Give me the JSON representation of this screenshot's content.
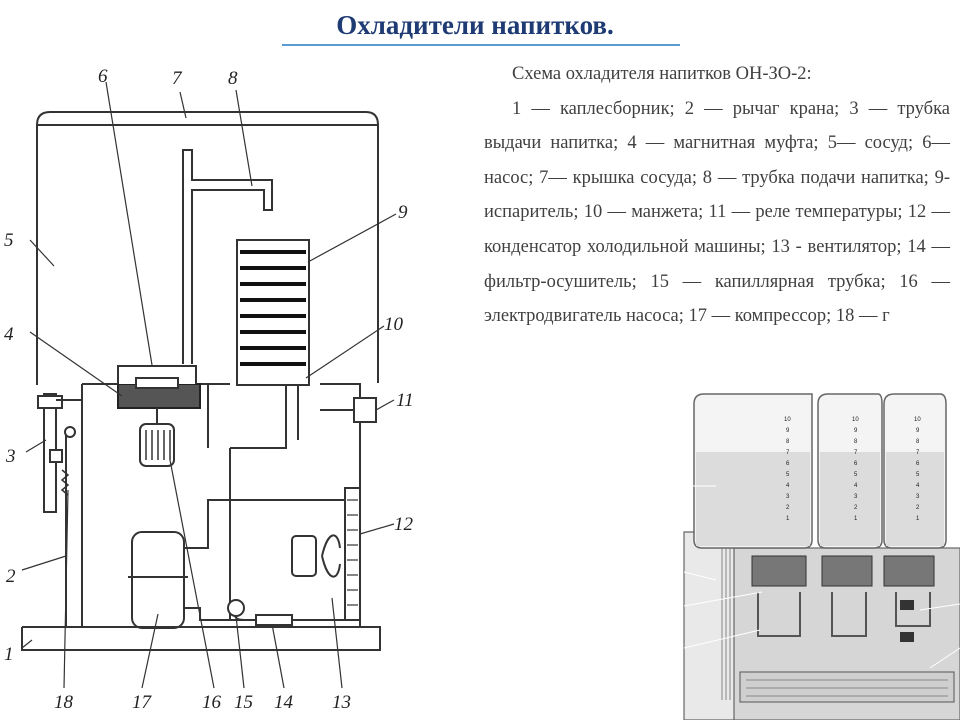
{
  "slide": {
    "title": "Охладители напитков.",
    "caption": "Схема охладителя напитков ОН-ЗО-2:",
    "legend": "1 — каплесборник; 2 — рычаг крана; 3 — трубка выдачи напитка; 4 — магнитная муфта; 5— сосуд; 6— насос; 7— крышка сосуда; 8 — трубка подачи напитка; 9- испаритель; 10 — манжета; 11 — реле температуры; 12 — конденсатор холодильной машины; 13 - вентилятор; 14 — фильтр-осушитель; 15 — капиллярная трубка; 16 — электродвигатель насоса; 17 — компрессор; 18 — г"
  },
  "diagram": {
    "labels": [
      "1",
      "2",
      "3",
      "4",
      "5",
      "6",
      "7",
      "8",
      "9",
      "10",
      "11",
      "12",
      "13",
      "14",
      "15",
      "16",
      "17",
      "18"
    ]
  },
  "photo": {
    "scale_marks": [
      "10",
      "9",
      "8",
      "7",
      "6",
      "5",
      "4",
      "3",
      "2",
      "1"
    ]
  }
}
